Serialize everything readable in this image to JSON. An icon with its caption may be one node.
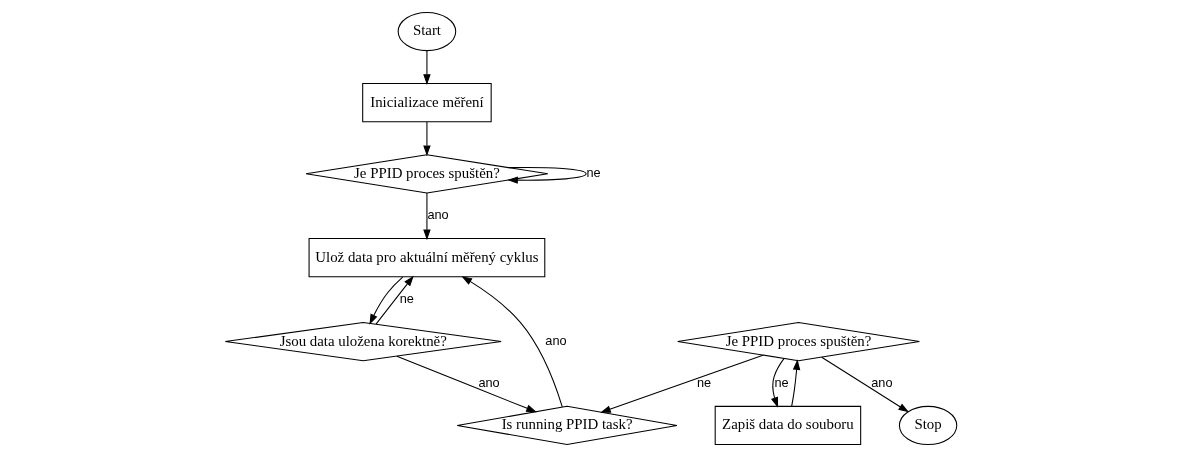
{
  "diagram": {
    "nodes": [
      {
        "text": [
          "Start"
        ]
      },
      {
        "text": [
          "Inicializace měření"
        ]
      },
      {
        "text": [
          "Je PPID proces spuštěn?"
        ]
      },
      {
        "text": [
          "Ulož data pro aktuální měřený cyklus"
        ]
      },
      {
        "text": [
          "Jsou data uložena korektně?"
        ]
      },
      {
        "text": [
          "Is running PPID task?"
        ]
      },
      {
        "text": [
          "Zapiš data do souboru"
        ]
      },
      {
        "text": [
          "Je PPID proces spuštěn?"
        ]
      },
      {
        "text": [
          "Stop"
        ]
      }
    ],
    "edges": [
      {
        "from": 0,
        "to": 1,
        "arrow": "to"
      },
      {
        "from": 1,
        "to": 2,
        "arrow": "to"
      },
      {
        "from": 2,
        "to": 2,
        "arrow": "to",
        "label": "ne"
      },
      {
        "from": 2,
        "to": 3,
        "arrow": "to",
        "label": "ano"
      },
      {
        "from": 3,
        "to": 4,
        "arrow": "to"
      },
      {
        "from": 4,
        "to": 3,
        "arrow": "to",
        "label": "ne"
      },
      {
        "from": 4,
        "to": 5,
        "arrow": "to",
        "label": "ano"
      },
      {
        "from": 5,
        "to": 3,
        "arrow": "to",
        "label": "ano"
      },
      {
        "from": 7,
        "to": 5,
        "arrow": "to",
        "label": "ne"
      },
      {
        "from": 7,
        "to": 6,
        "arrow": "to",
        "label": "ne"
      },
      {
        "from": 6,
        "to": 7,
        "arrow": "to"
      },
      {
        "from": 7,
        "to": 8,
        "arrow": "to",
        "label": "ano"
      }
    ]
  }
}
